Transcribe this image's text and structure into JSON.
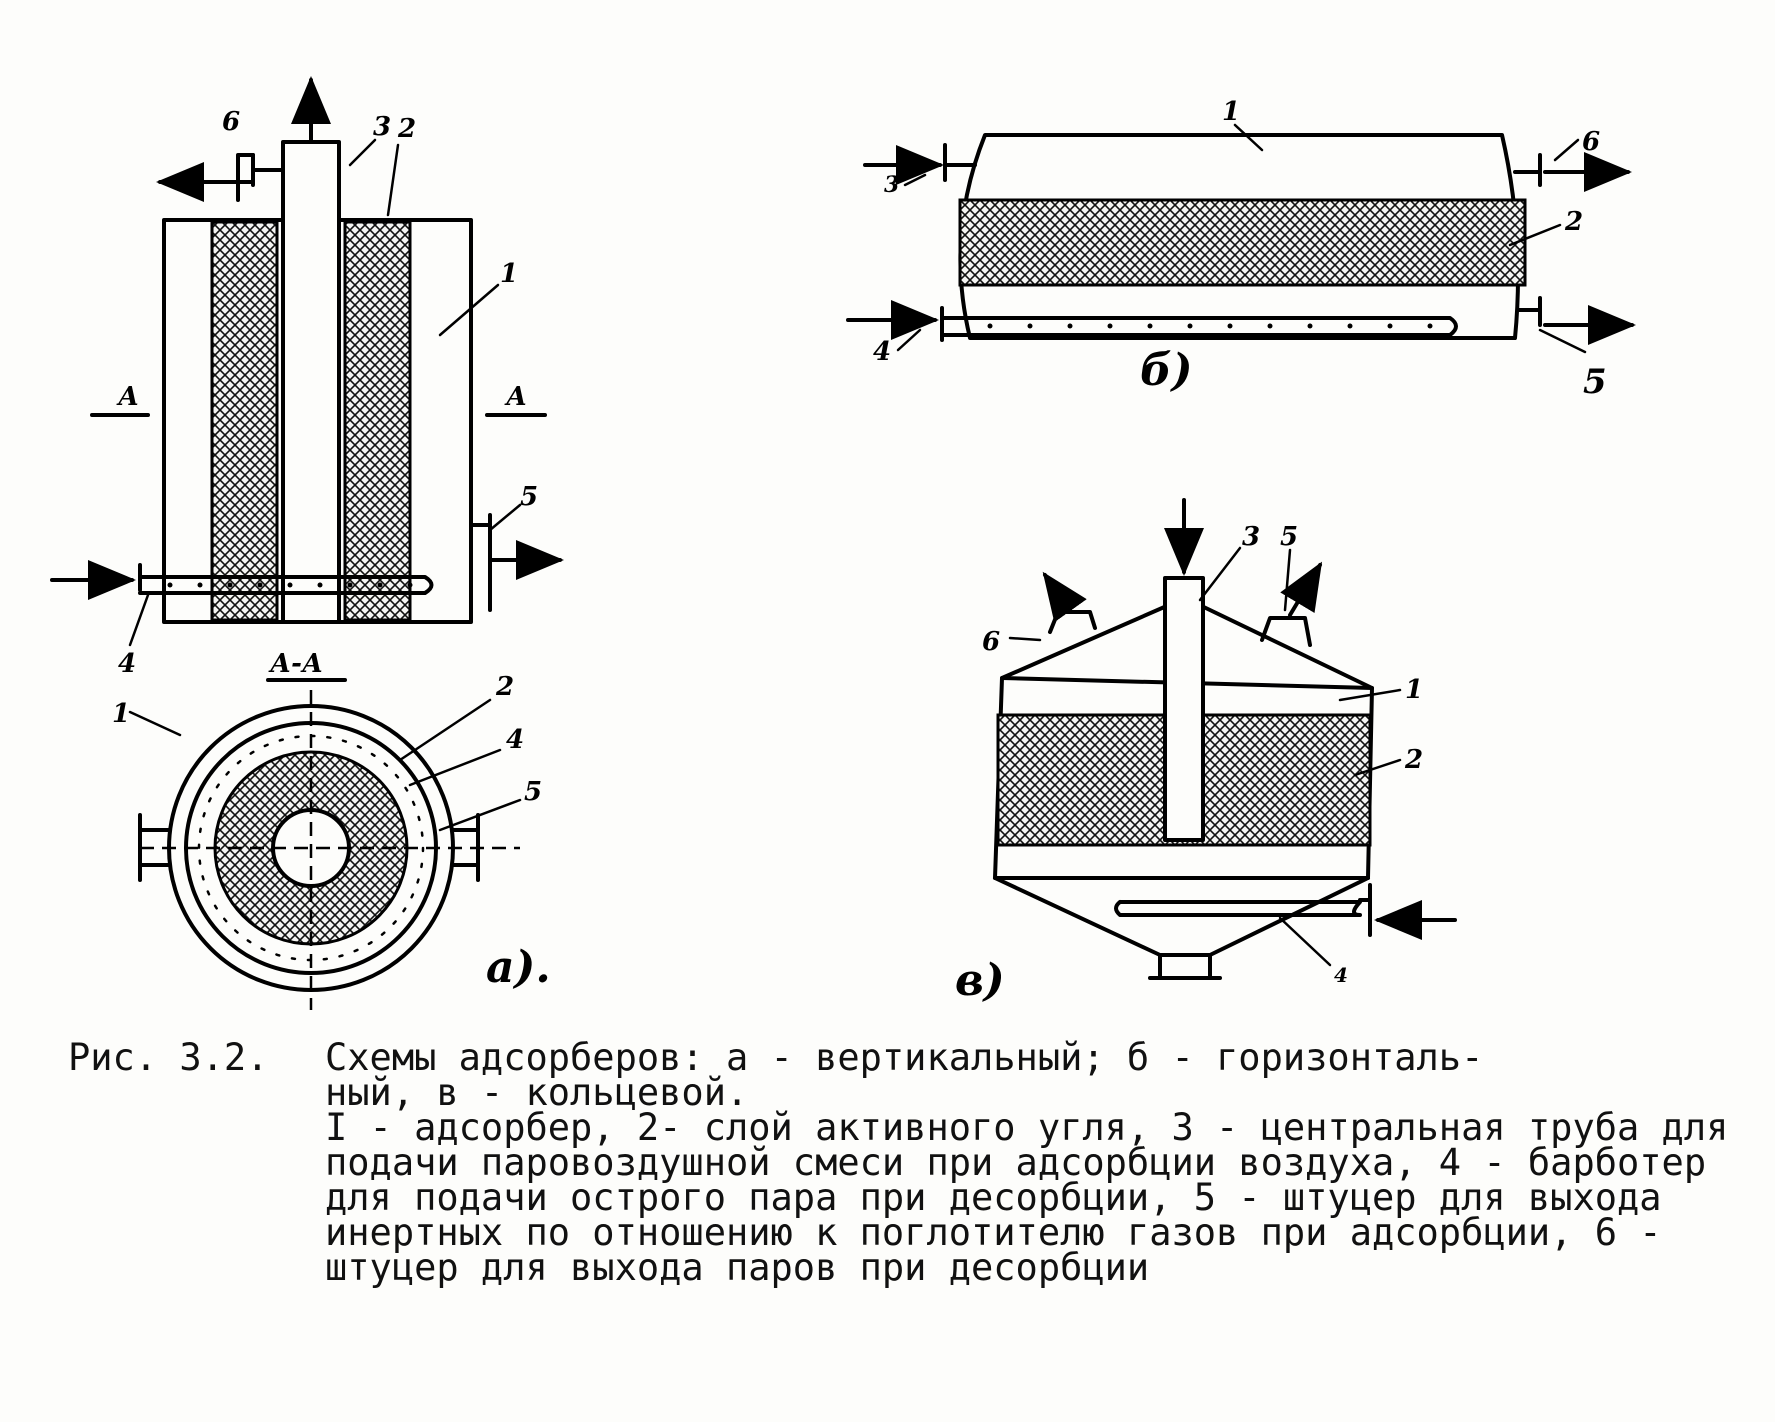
{
  "figure": {
    "panels": {
      "a": {
        "label": "а).",
        "section_mark_left": "А",
        "section_mark_right": "А",
        "section_title": "А-А",
        "callouts": [
          "1",
          "2",
          "3",
          "4",
          "5",
          "6"
        ]
      },
      "b": {
        "label": "б)",
        "callouts": [
          "1",
          "2",
          "4",
          "5",
          "6",
          "3"
        ]
      },
      "c": {
        "label": "в)",
        "callouts": [
          "1",
          "2",
          "3",
          "4",
          "5",
          "6"
        ]
      }
    }
  },
  "caption": {
    "number": "Рис. 3.2.",
    "title_line1": "Схемы адсорберов: а - вертикальный; б - горизонталь-",
    "title_line2": "ный, в - кольцевой.",
    "legend": "I - адсорбер, 2- слой активного угля, 3 - центральная труба для подачи паровоздушной смеси при адсорбции воздуха, 4 - барботер для подачи острого пара при десорбции, 5 - штуцер для выхода инертных по отношению к поглотителю газов при адсорбции, 6 - штуцер для выхода паров при десорбции"
  }
}
